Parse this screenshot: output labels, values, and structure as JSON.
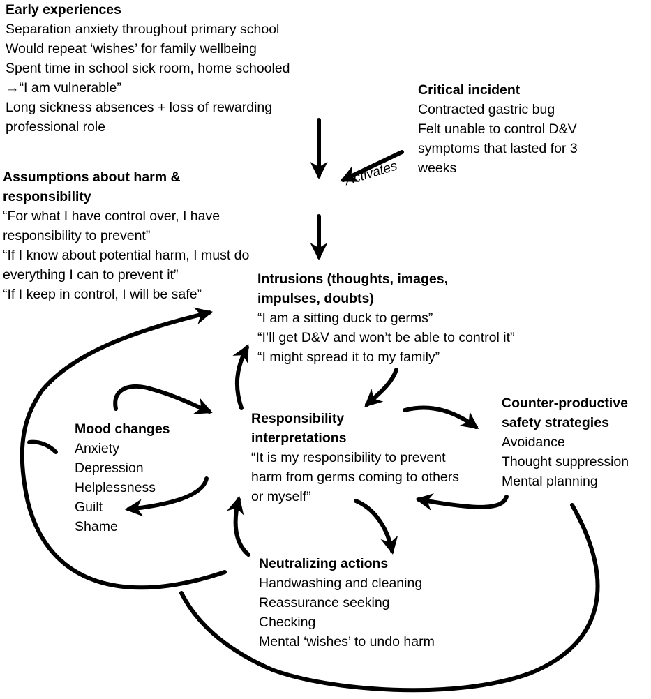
{
  "early_experiences": {
    "title": "Early experiences",
    "lines": [
      "Separation anxiety throughout primary school",
      "Would repeat ‘wishes’ for  family wellbeing",
      "Spent time in school sick room, home schooled",
      "→“I am vulnerable”",
      "Long sickness absences + loss of rewarding",
      "professional role"
    ]
  },
  "critical_incident": {
    "title": "Critical incident",
    "lines": [
      "Contracted gastric bug",
      "Felt unable to control D&V",
      "symptoms that lasted for 3",
      "weeks"
    ]
  },
  "activates_label": "Activates",
  "assumptions": {
    "title_lines": [
      "Assumptions about harm &",
      "responsibility"
    ],
    "lines": [
      "“For what I have control over, I have",
      "responsibility to prevent”",
      "“If I know about potential harm, I must do",
      "everything I can to prevent it”",
      "“If I keep in control, I will be safe”"
    ]
  },
  "intrusions": {
    "title_lines": [
      "Intrusions (thoughts, images,",
      "impulses, doubts)"
    ],
    "lines": [
      "“I am a sitting duck to germs”",
      "“I’ll get D&V and won’t be able to control it”",
      "“I might spread it to my family”"
    ]
  },
  "mood_changes": {
    "title": "Mood changes",
    "lines": [
      "Anxiety",
      "Depression",
      "Helplessness",
      "Guilt",
      "Shame"
    ]
  },
  "responsibility": {
    "title_lines": [
      "Responsibility",
      "interpretations"
    ],
    "lines": [
      "“It is my responsibility to prevent",
      "harm from germs coming to others",
      "or myself”"
    ]
  },
  "safety_strategies": {
    "title_lines": [
      "Counter-productive",
      "safety strategies"
    ],
    "lines": [
      "Avoidance",
      "Thought suppression",
      "Mental planning"
    ]
  },
  "neutralizing": {
    "title": "Neutralizing actions",
    "lines": [
      "Handwashing and cleaning",
      "Reassurance seeking",
      "Checking",
      "Mental ‘wishes’ to undo harm"
    ]
  }
}
